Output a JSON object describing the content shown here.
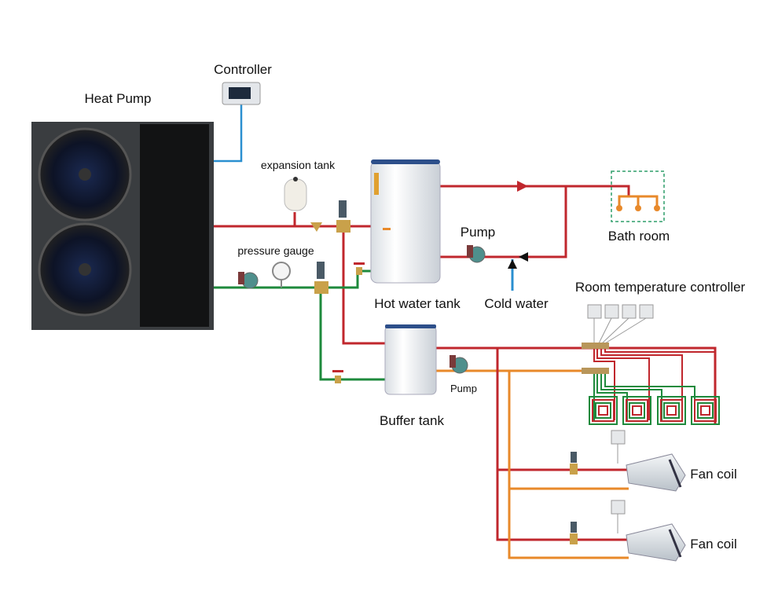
{
  "labels": {
    "heat_pump": "Heat Pump",
    "controller": "Controller",
    "expansion_tank": "expansion tank",
    "pressure_gauge": "pressure gauge",
    "hot_water_tank": "Hot water tank",
    "cold_water": "Cold water",
    "pump_top": "Pump",
    "bath_room": "Bath room",
    "room_temp_controller": "Room temperature controller",
    "buffer_tank": "Buffer tank",
    "pump_bottom": "Pump",
    "fan_coil_1": "Fan coil",
    "fan_coil_2": "Fan coil"
  },
  "colors": {
    "hot_pipe": "#c0272d",
    "return_pipe": "#1e8a3c",
    "orange_pipe": "#e8892a",
    "signal_wire": "#2a8fd0",
    "bath_border": "#2e9e6a"
  }
}
